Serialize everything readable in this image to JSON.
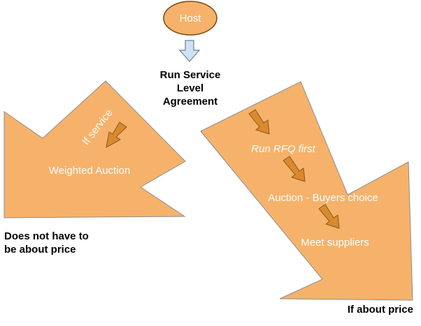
{
  "diagram": {
    "host": {
      "label": "Host"
    },
    "center_label": {
      "lines": [
        "Run Service",
        "Level",
        "Agreement"
      ]
    },
    "left_arrow": {
      "rotated_label": "If service",
      "label": "Weighted Auction",
      "caption_lines": [
        "Does not have to",
        "be about price"
      ]
    },
    "right_arrow": {
      "steps": [
        "Run RFQ first",
        "Auction - Buyers choice",
        "Meet suppliers"
      ],
      "caption": "If about price"
    }
  },
  "colors": {
    "shape_fill": "#f6b26b",
    "shape_stroke": "#7f7f7f",
    "small_arrow_fill": "#d98a2e",
    "small_arrow_stroke": "#8a5a1c",
    "host_fill": "#f6b26b",
    "host_stroke": "#7a4a14",
    "down_arrow_fill": "#cfe2f3",
    "down_arrow_stroke": "#6d7f93",
    "text_on_shape": "#ffffff",
    "caption_text": "#000000"
  }
}
